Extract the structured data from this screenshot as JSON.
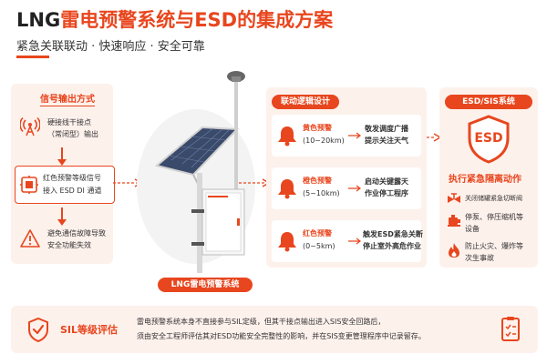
{
  "title": {
    "main_lng": "LNG",
    "main_rest": "雷电预警系统与",
    "main_esd": "ESD",
    "main_tail": "的集成方案"
  },
  "subtitle": "紧急关联联动 · 快速响应 · 安全可靠",
  "left": {
    "header": "信号输出方式",
    "item1": {
      "line1": "硬接线干接点",
      "line2": "（常闭型）输出"
    },
    "item2": {
      "line1": "红色预警等级信号",
      "line2": "接入 ESD DI 通道"
    },
    "item3": {
      "line1": "避免通信故障导致",
      "line2": "安全功能失效"
    }
  },
  "device_label": "LNG雷电预警系统",
  "middle": {
    "header": "联动逻辑设计",
    "rows": [
      {
        "level": "黄色预警",
        "range": "(10~20km)",
        "line1": "敬发调度广播",
        "line2": "提示关注天气"
      },
      {
        "level": "橙色预警",
        "range": "(5~10km)",
        "line1": "启动关键露天",
        "line2": "作业停工程序"
      },
      {
        "level": "红色预警",
        "range": "(0~5km)",
        "line1": "触发ESD紧急关断",
        "line2": "停止室外高危作业"
      }
    ]
  },
  "right": {
    "header": "ESD/SIS系统",
    "esd_label": "ESD",
    "action_title": "执行紧急隔离动作",
    "actions": [
      {
        "text1": "关闭储罐紧急切断阀",
        "text2": ""
      },
      {
        "text1": "停泵、停压缩机等",
        "text2": "设备"
      },
      {
        "text1": "防止火灾、爆炸等",
        "text2": "次生事故"
      }
    ]
  },
  "bottom": {
    "label": "SIL等级评估",
    "line1": "雷电预警系统本身不直接参与SIL定级，但其干接点输出进入SIS安全回路后，",
    "line2": "须由安全工程师评估其对ESD功能安全完整性的影响，并在SIS变更管理程序中记录留存。"
  },
  "colors": {
    "accent": "#e8461e",
    "panel_bg": "#fdf1ec",
    "text": "#333333",
    "title_text": "#222222"
  },
  "icons": {
    "signal": "signal-antenna-icon",
    "esd_di": "esd-di-module-icon",
    "warning": "warning-triangle-icon",
    "bell": "alarm-bell-icon",
    "shield": "esd-shield-icon",
    "valve": "valve-icon",
    "pump": "pump-icon",
    "fire": "fire-icon",
    "sil_shield": "sil-shield-check-icon",
    "clipboard": "clipboard-check-icon"
  }
}
